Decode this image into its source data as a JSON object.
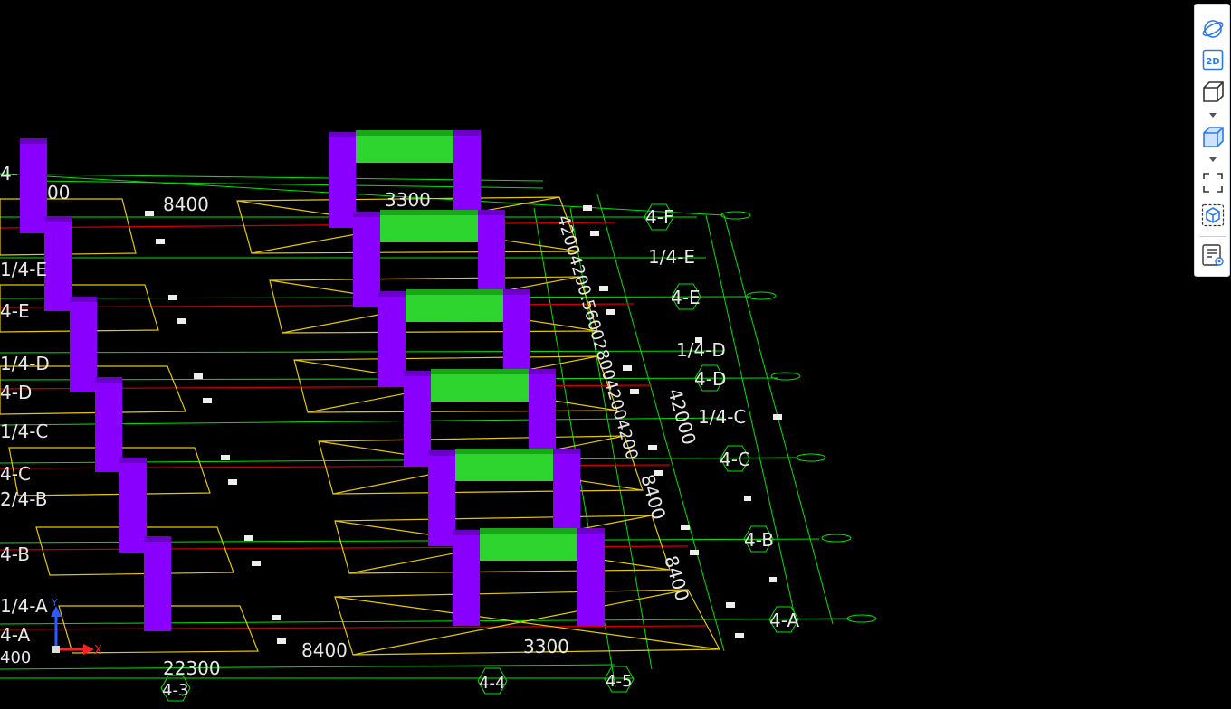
{
  "grid_labels": {
    "right": [
      "4-F",
      "1/4-E",
      "4-E",
      "1/4-D",
      "4-D",
      "1/4-C",
      "4-C",
      "4-B",
      "4-A"
    ],
    "left": [
      "4-",
      "1/4-E",
      "4-E",
      "1/4-D",
      "4-D",
      "1/4-C",
      "4-C",
      "2/4-B",
      "4-B",
      "1/4-A",
      "4-A"
    ],
    "bottom": [
      "4-3",
      "4-4",
      "4-5"
    ]
  },
  "dimensions": {
    "d8400_top": "8400",
    "d3300_top": "3300",
    "d00_top": "00",
    "d8400_bottom": "8400",
    "d3300_bottom": "3300",
    "d22300": "22300",
    "d400": "400",
    "d42000": "42000",
    "d8400_right1": "8400",
    "d8400_right2": "8400",
    "chain_right": "42004200.5600280042004200"
  },
  "axis": {
    "x": "X",
    "y": "Y"
  },
  "toolbar": {
    "orbit": "orbit-icon",
    "view2d": "2D",
    "view_front": "cube-outline-icon",
    "view_shaded": "cube-shaded-icon",
    "fullscreen": "fullscreen-icon",
    "isolate": "cube-select-icon",
    "properties": "properties-icon"
  },
  "colors": {
    "background": "#000000",
    "grid": "#00e400",
    "column": "#8a00ff",
    "beam": "#33dd33",
    "footing": "#e6c800",
    "axis_red": "#d00000",
    "toolbar_accent": "#2c7be5"
  }
}
